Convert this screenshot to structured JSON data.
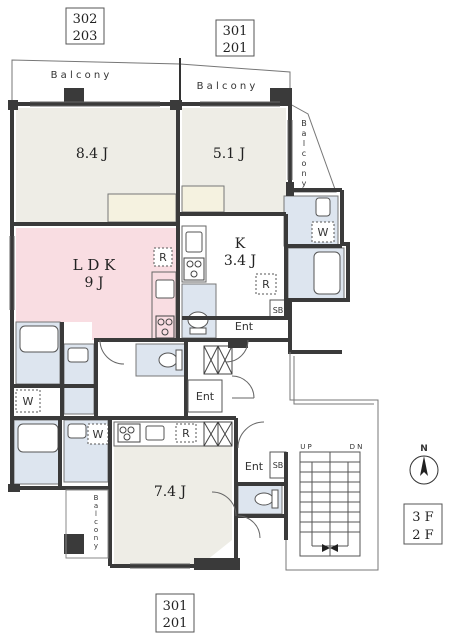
{
  "unit_labels": {
    "top_left": [
      "302",
      "203"
    ],
    "top_right": [
      "301",
      "201"
    ],
    "bottom": [
      "301",
      "201"
    ]
  },
  "rooms": {
    "western_1": "8.4 J",
    "western_2": "5.1 J",
    "ldk_name": "L D K",
    "ldk_size": "9 J",
    "kitchen_name": "K",
    "kitchen_size": "3.4 J",
    "western_3": "7.4 J"
  },
  "balcony": {
    "top_left": "B a l c o n y",
    "top_right": "B a l c o n y",
    "right_vertical": [
      "B",
      "a",
      "l",
      "c",
      "o",
      "n",
      "y"
    ],
    "left_vertical": [
      "B",
      "a",
      "l",
      "c",
      "o",
      "n",
      "y"
    ]
  },
  "fixtures": {
    "refrigerator": "R",
    "washer": "W",
    "shoe_box": "SB",
    "entrance": "Ent"
  },
  "stairs": {
    "up": "U P",
    "down": "D N"
  },
  "floors": [
    "3 F",
    "2 F"
  ],
  "compass": {
    "north": "N"
  },
  "colors": {
    "ldk_fill": "#f9dde2",
    "room_fill": "#eeede6",
    "wet_fill": "#dde5ef",
    "wall": "#3a3a3a"
  }
}
